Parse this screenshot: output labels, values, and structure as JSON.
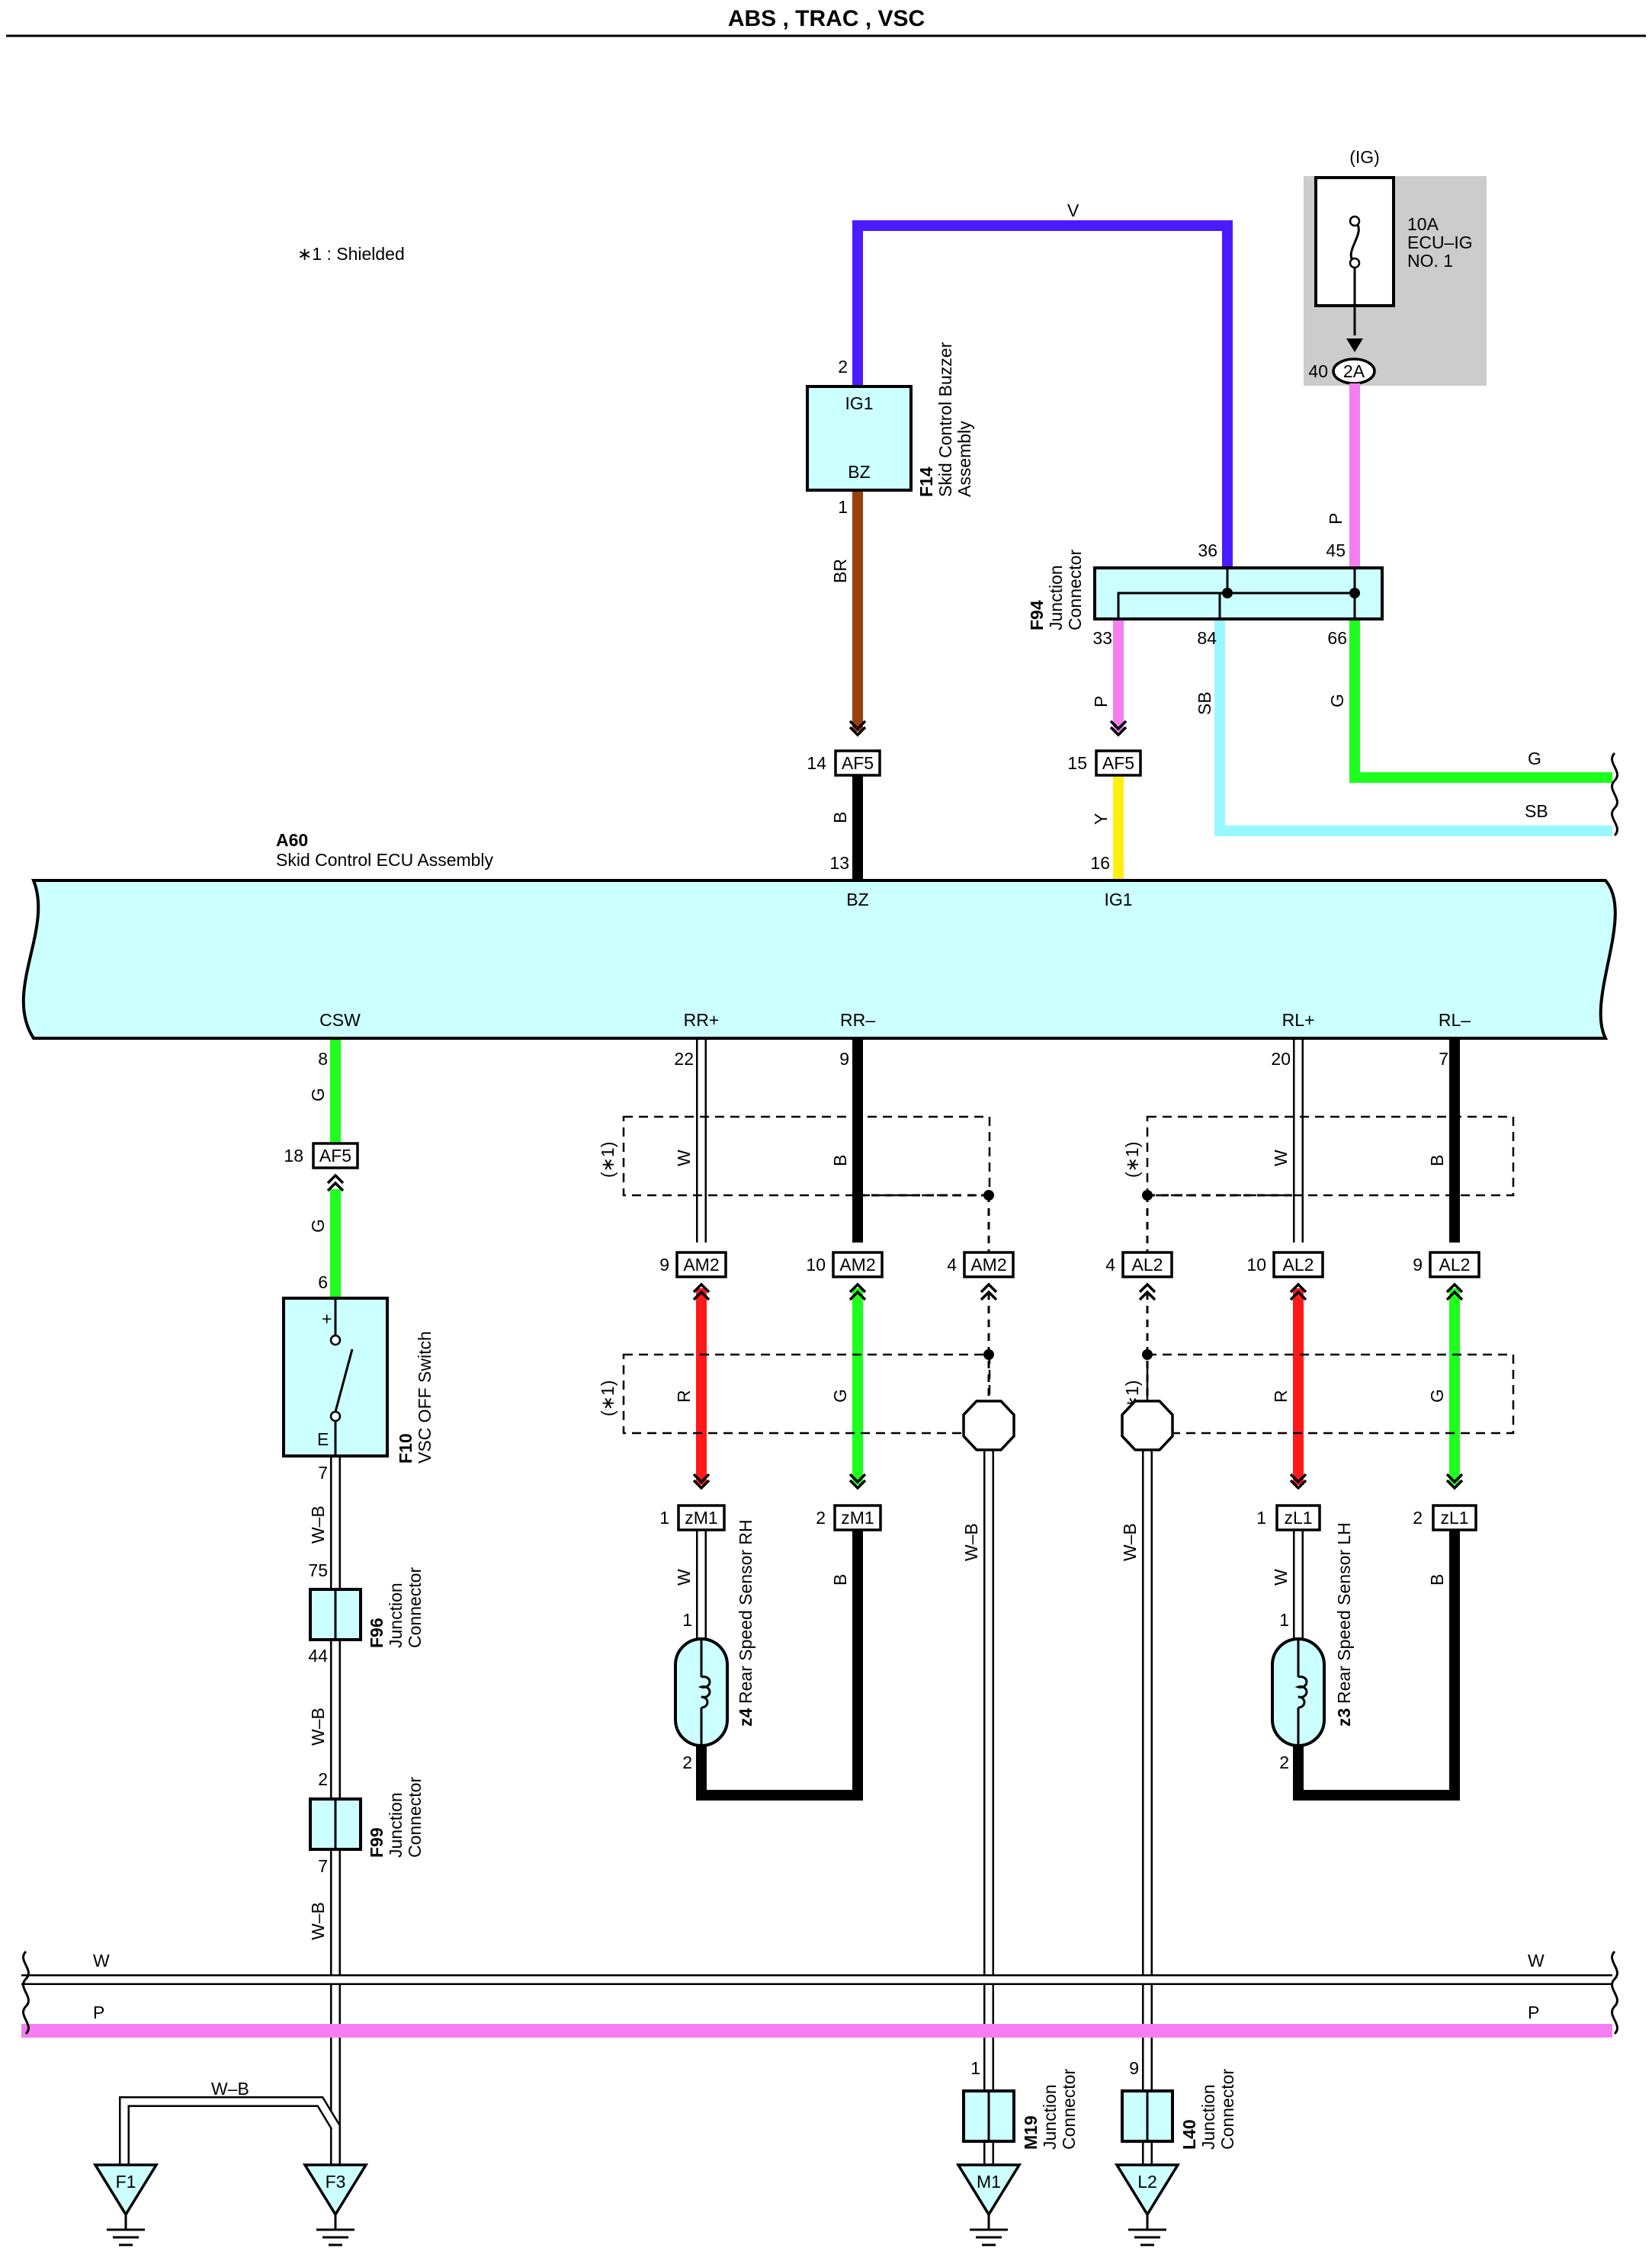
{
  "title": "ABS , TRAC , VSC",
  "note": "∗1 :  Shielded",
  "fuse": {
    "power": "(IG)",
    "label": [
      "10A",
      "ECU–IG",
      "NO. 1"
    ],
    "pin": "40",
    "connector": "2A"
  },
  "ecu": {
    "code": "A60",
    "name": "Skid Control ECU Assembly",
    "terminals": [
      "BZ",
      "IG1",
      "CSW",
      "RR+",
      "RR–",
      "RL+",
      "RL–"
    ]
  },
  "buzzer": {
    "code": "F14",
    "name": [
      "Skid Control Buzzer",
      "Assembly"
    ],
    "term_top": "IG1",
    "term_bottom": "BZ"
  },
  "jc_f94": {
    "code": "F94",
    "name": [
      "Junction",
      "Connector"
    ]
  },
  "switch": {
    "code": "F10",
    "name": "VSC OFF Switch",
    "plus": "+",
    "e": "E"
  },
  "jc_f96": {
    "code": "F96",
    "name": [
      "Junction",
      "Connector"
    ]
  },
  "jc_f99": {
    "code": "F99",
    "name": [
      "Junction",
      "Connector"
    ]
  },
  "jc_m19": {
    "code": "M19",
    "name": [
      "Junction",
      "Connector"
    ]
  },
  "jc_l40": {
    "code": "L40",
    "name": [
      "Junction",
      "Connector"
    ]
  },
  "sensor_rh": {
    "code": "z4",
    "name": "Rear Speed Sensor RH"
  },
  "sensor_lh": {
    "code": "z3",
    "name": "Rear Speed Sensor LH"
  },
  "shield_label": "(∗1)",
  "connectors": {
    "af5": "AF5",
    "am2": "AM2",
    "al2": "AL2",
    "zm1": "zM1",
    "zl1": "zL1"
  },
  "grounds": [
    "F1",
    "F3",
    "M1",
    "L2"
  ],
  "pins": {
    "buz_top": "2",
    "buz_bot": "1",
    "af5_14": "14",
    "ecu_13": "13",
    "jc_36": "36",
    "jc_45": "45",
    "jc_33": "33",
    "jc_84": "84",
    "jc_66": "66",
    "af5_15": "15",
    "ecu_16": "16",
    "ecu_8": "8",
    "af5_18": "18",
    "sw_6": "6",
    "sw_7": "7",
    "f96_75": "75",
    "f96_44": "44",
    "f99_2": "2",
    "f99_7": "7",
    "ecu_22": "22",
    "ecu_9": "9",
    "ecu_20": "20",
    "ecu_7": "7",
    "am2_9": "9",
    "am2_10": "10",
    "am2_4": "4",
    "al2_4": "4",
    "al2_10": "10",
    "al2_9": "9",
    "zm1_1": "1",
    "zm1_2": "2",
    "zl1_1": "1",
    "zl1_2": "2",
    "z4_1": "1",
    "z4_2": "2",
    "z3_1": "1",
    "z3_2": "2",
    "m19_1": "1",
    "l40_9": "9"
  },
  "wires": {
    "V": "V",
    "P": "P",
    "BR": "BR",
    "B": "B",
    "Y": "Y",
    "SB": "SB",
    "G": "G",
    "W": "W",
    "R": "R",
    "WB": "W–B"
  },
  "colors": {
    "violet": "#4b1bff",
    "pink": "#f47ef0",
    "brown": "#994010",
    "black": "#000000",
    "yellow": "#ffee10",
    "lightblue": "#99f8ff",
    "green": "#1eff1e",
    "red": "#ff1a1a",
    "ecu_fill": "#ccffff",
    "fuse_bg": "#cccccc"
  }
}
